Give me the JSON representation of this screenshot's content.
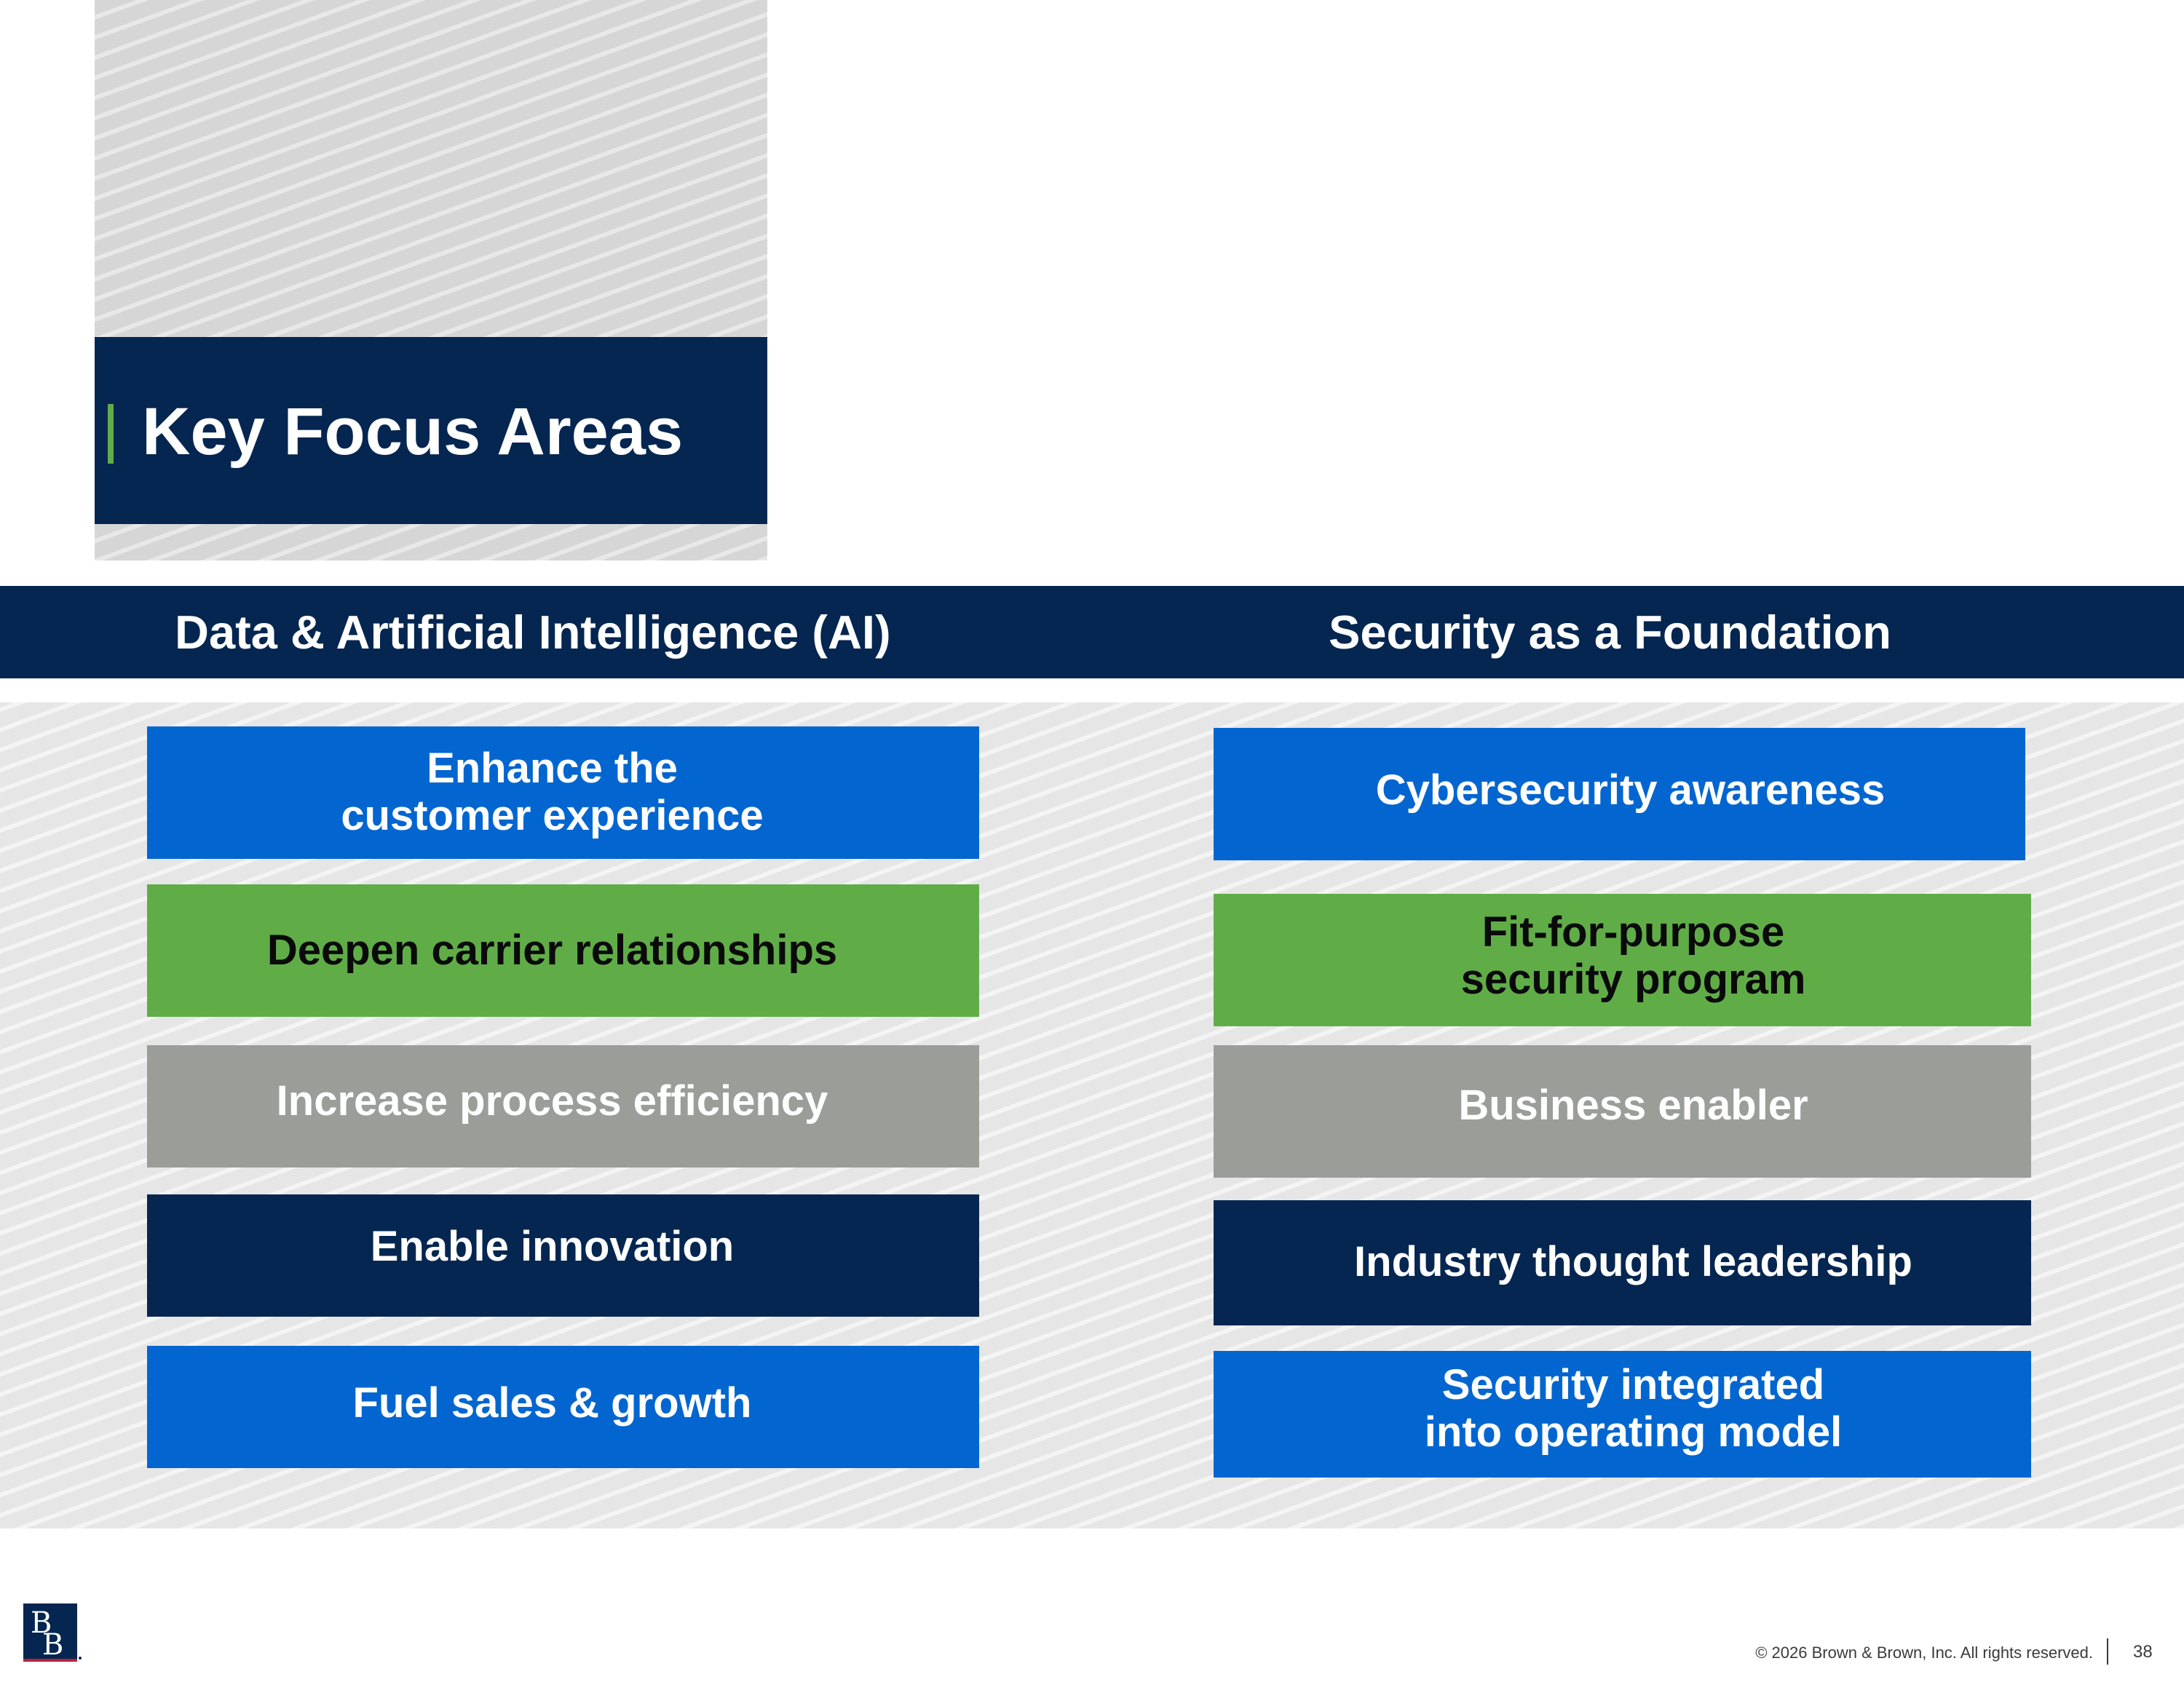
{
  "slide": {
    "title": "Key Focus Areas",
    "page_number": "38"
  },
  "columns": [
    {
      "heading": "Data & Artificial Intelligence (AI)",
      "items": [
        {
          "label": "Enhance the\ncustomer experience",
          "color": "#0366d0"
        },
        {
          "label": "Deepen carrier relationships",
          "color": "#60ad48"
        },
        {
          "label": "Increase process efficiency",
          "color": "#9b9d99"
        },
        {
          "label": "Enable innovation",
          "color": "#042650"
        },
        {
          "label": "Fuel sales & growth",
          "color": "#0366d0"
        }
      ]
    },
    {
      "heading": "Security as a Foundation",
      "items": [
        {
          "label": "Cybersecurity awareness",
          "color": "#0366d0"
        },
        {
          "label": "Fit-for-purpose\nsecurity program",
          "color": "#60ad48"
        },
        {
          "label": "Business enabler",
          "color": "#9b9d99"
        },
        {
          "label": "Industry thought leadership",
          "color": "#042650"
        },
        {
          "label": "Security integrated\ninto operating model",
          "color": "#0366d0"
        }
      ]
    }
  ],
  "footer": {
    "copyright": "© 2026 Brown & Brown, Inc. All rights reserved.",
    "logo_text": "BB"
  },
  "colors": {
    "navy": "#042650",
    "blue": "#0366d0",
    "green": "#60ad48",
    "gray": "#9b9d99",
    "accent_red": "#b8223a"
  }
}
